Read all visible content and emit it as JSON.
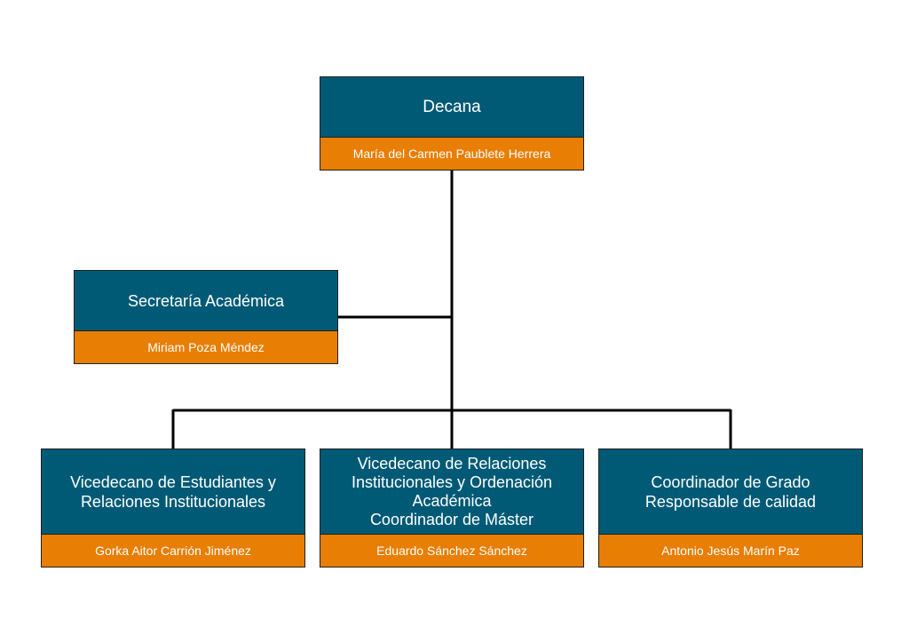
{
  "org_chart": {
    "decana": {
      "role_lines": [
        "Decana"
      ],
      "name": "María del Carmen Paublete Herrera"
    },
    "secretaria": {
      "role_lines": [
        "Secretaría Académica"
      ],
      "name": "Miriam Poza Méndez"
    },
    "vice_estudiantes": {
      "role_lines": [
        "Vicedecano de Estudiantes y",
        "Relaciones Institucionales"
      ],
      "name": "Gorka Aitor Carrión Jiménez"
    },
    "vice_relaciones": {
      "role_lines": [
        "Vicedecano de Relaciones",
        "Institucionales y Ordenación",
        "Académica",
        "Coordinador de Máster"
      ],
      "name": "Eduardo Sánchez Sánchez"
    },
    "coordinador_grado": {
      "role_lines": [
        "Coordinador de Grado",
        "Responsable de calidad"
      ],
      "name": "Antonio Jesús Marín Paz"
    }
  },
  "colors": {
    "role_box": "#005a75",
    "name_box": "#e87e04",
    "connector": "#000000",
    "text": "#ffffff"
  }
}
